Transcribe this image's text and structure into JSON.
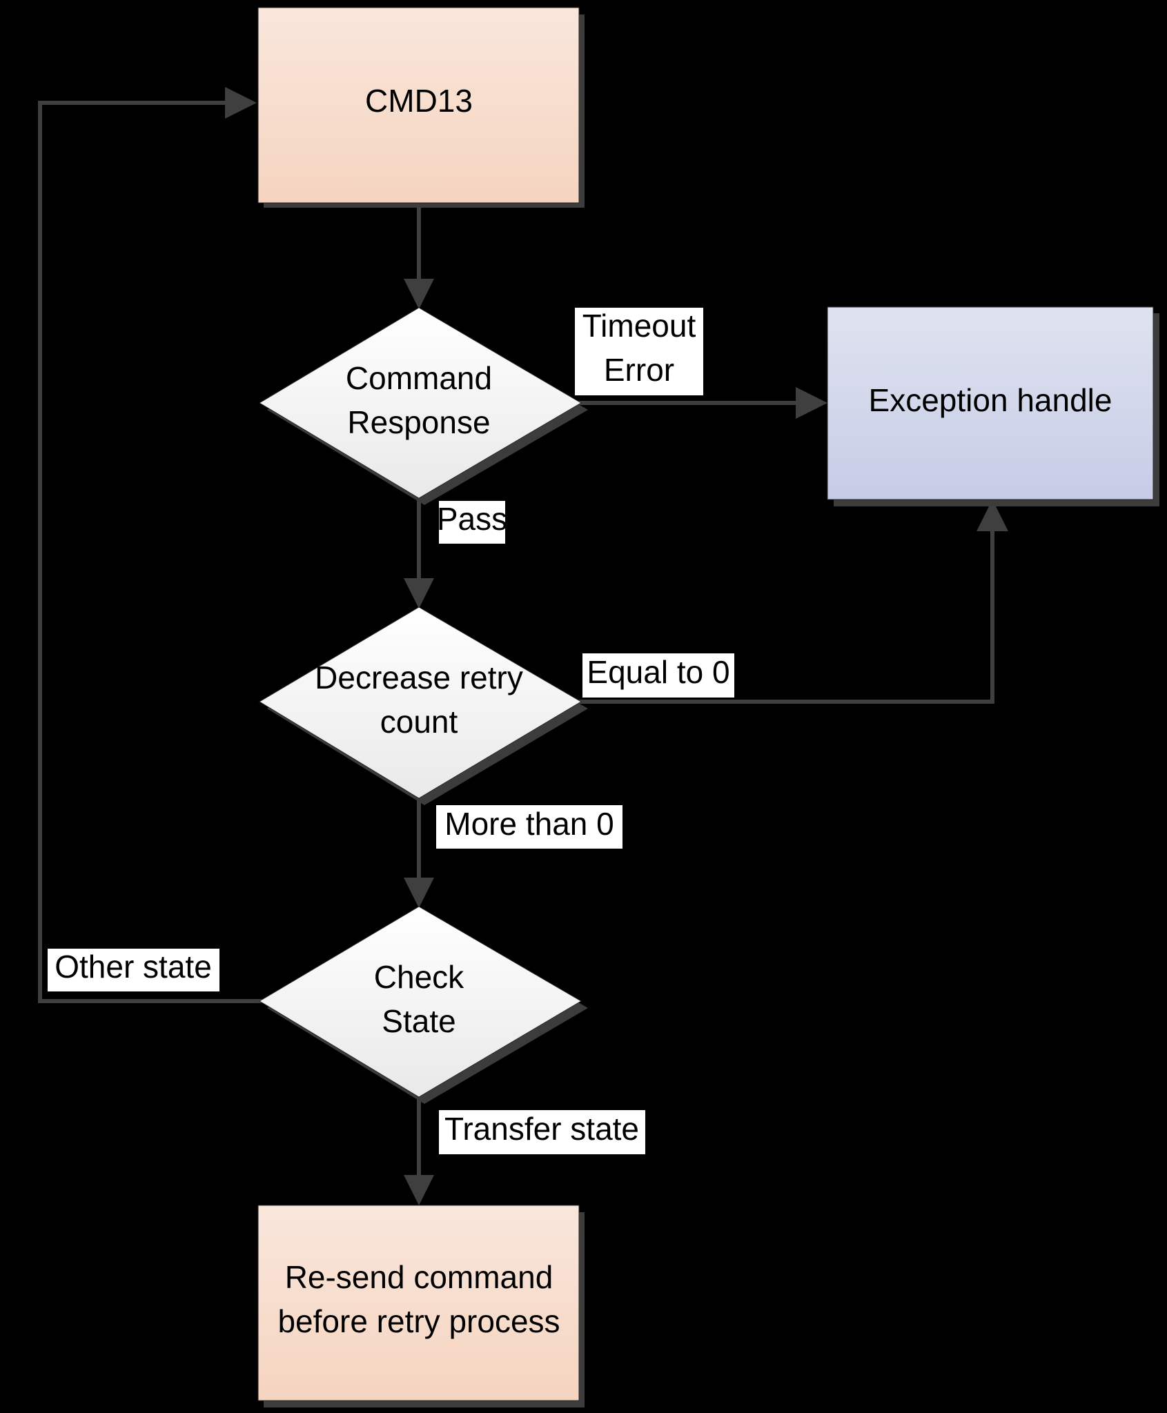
{
  "colors": {
    "background": "#000000",
    "process_fill_top": "#f9e7dc",
    "process_fill_bottom": "#f5d4c0",
    "exception_fill_top": "#dfe3f0",
    "exception_fill_bottom": "#c6cce6",
    "decision_fill_top": "#ffffff",
    "decision_fill_bottom": "#e9e9e9",
    "connector": "#3f3f3f",
    "shadow": "#3c3c3c",
    "label_box": "#ffffff"
  },
  "nodes": {
    "cmd13": {
      "label": "CMD13",
      "type": "process"
    },
    "command_response": {
      "lines": [
        "Command",
        "Response"
      ],
      "type": "decision"
    },
    "exception_handle": {
      "label": "Exception handle",
      "type": "process"
    },
    "decrease_retry": {
      "lines": [
        "Decrease retry",
        "count"
      ],
      "type": "decision"
    },
    "check_state": {
      "lines": [
        "Check",
        "State"
      ],
      "type": "decision"
    },
    "resend": {
      "lines": [
        "Re-send command",
        "before retry process"
      ],
      "type": "process"
    }
  },
  "edge_labels": {
    "timeout_error": [
      "Timeout",
      "Error"
    ],
    "pass": "Pass",
    "equal_to_0": "Equal to 0",
    "more_than_0": "More than 0",
    "other_state": "Other state",
    "transfer_state": "Transfer state"
  }
}
